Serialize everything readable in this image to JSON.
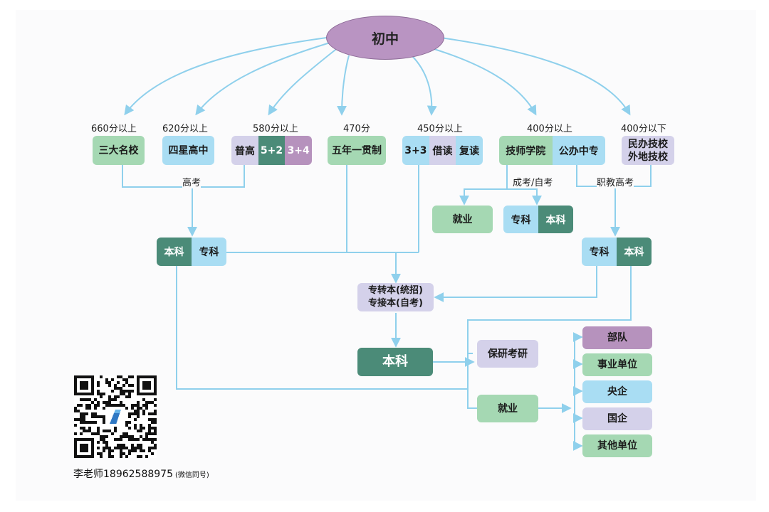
{
  "root": "初中",
  "scores": [
    "660分以上",
    "620分以上",
    "580分以上",
    "470分",
    "450分以上",
    "400分以上",
    "400分以下"
  ],
  "schools": {
    "sanda": "三大名校",
    "sixing": "四星高中",
    "putong": [
      "普高",
      "5+2",
      "3+4"
    ],
    "wunian": "五年一贯制",
    "fudu": [
      "3+3",
      "借读",
      "复读"
    ],
    "jishi": [
      "技师学院",
      "公办中专"
    ],
    "minban": [
      "民办技校",
      "外地技校"
    ]
  },
  "paths": {
    "gaokao": "高考",
    "chengkao": "成考/自考",
    "zhijiao": "职教高考"
  },
  "outcomes": {
    "jiuye_top": "就业",
    "zhuanben_mid": [
      "专科",
      "本科"
    ],
    "benzhuan_left": [
      "本科",
      "专科"
    ],
    "zhuanben_right": [
      "专科",
      "本科"
    ],
    "zhuanjie": [
      "专转本(统招)",
      "专接本(自考)"
    ],
    "benke": "本科",
    "baoyan": "保研考研",
    "jiuye": "就业",
    "employers": [
      "部队",
      "事业单位",
      "央企",
      "国企",
      "其他单位"
    ]
  },
  "contact": {
    "name_phone": "李老师18962588975",
    "note": "(微信同号)"
  },
  "colors": {
    "green": "#a5d8b3",
    "blue": "#a9ddf3",
    "lavender": "#d4d1ea",
    "dark_green": "#4b8b78",
    "mauve": "#b692bd",
    "line": "#8fd0ec"
  },
  "icons": [
    "qr-code-icon"
  ]
}
